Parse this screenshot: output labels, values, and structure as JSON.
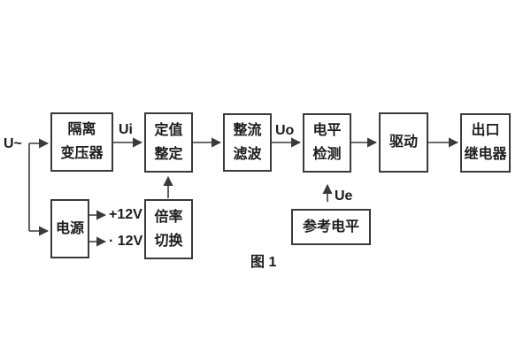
{
  "figure": {
    "caption": "图 1",
    "labels": {
      "input_signal": "U~",
      "ui": "Ui",
      "uo": "Uo",
      "ue": "Ue",
      "rail_positive": "+12V",
      "rail_negative": "· 12V"
    },
    "blocks": {
      "isolation_transformer": {
        "line1": "隔离",
        "line2": "变压器"
      },
      "setting_adjustment": {
        "line1": "定值",
        "line2": "整定"
      },
      "rectifier_filter": {
        "line1": "整流",
        "line2": "滤波"
      },
      "level_detection": {
        "line1": "电平",
        "line2": "检测"
      },
      "driver": {
        "line1": "驱动"
      },
      "output_relay": {
        "line1": "出口",
        "line2": "继电器"
      },
      "power_supply": {
        "line1": "电源"
      },
      "ratio_switching": {
        "line1": "倍率",
        "line2": "切换"
      },
      "reference_level": {
        "line1": "参考电平"
      }
    },
    "colors": {
      "line": "#3a3a3a",
      "text": "#1c1c1c",
      "background": "#ffffff"
    }
  }
}
